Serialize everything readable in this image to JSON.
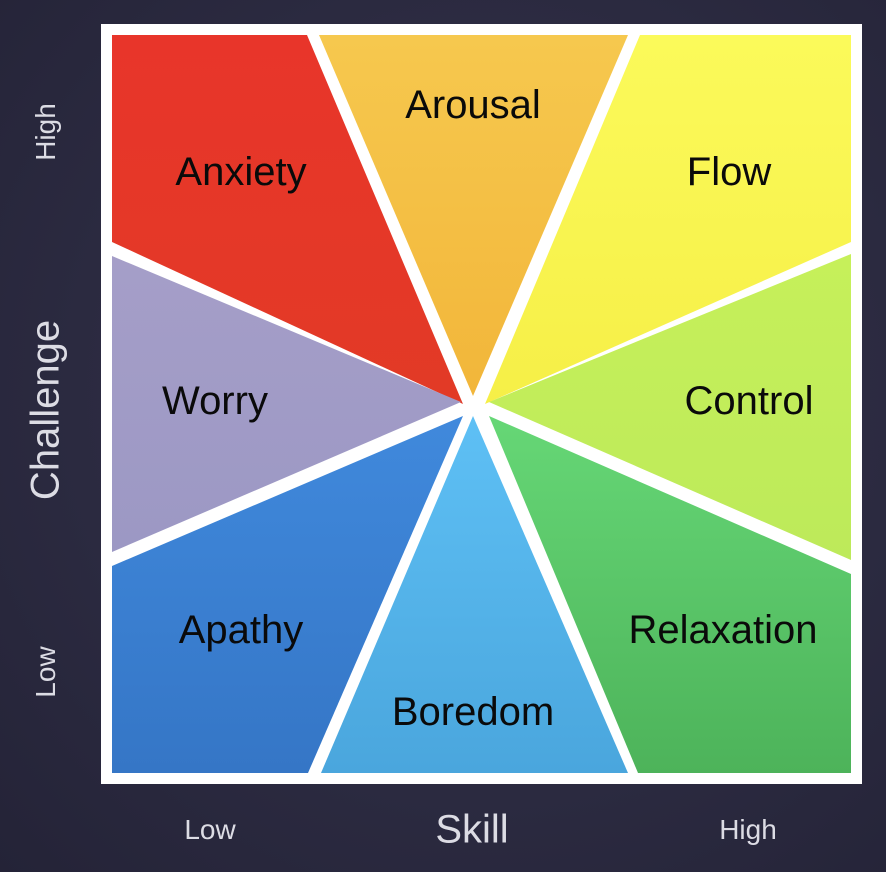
{
  "diagram": {
    "segments": [
      {
        "id": "anxiety",
        "label": "Anxiety",
        "color": "#e8352a"
      },
      {
        "id": "arousal",
        "label": "Arousal",
        "color": "#f3c44a"
      },
      {
        "id": "flow",
        "label": "Flow",
        "color": "#f9f64f"
      },
      {
        "id": "worry",
        "label": "Worry",
        "color": "#a29cc6"
      },
      {
        "id": "control",
        "label": "Control",
        "color": "#c3ef5a"
      },
      {
        "id": "apathy",
        "label": "Apathy",
        "color": "#3d84d8"
      },
      {
        "id": "boredom",
        "label": "Boredom",
        "color": "#5ab8ef"
      },
      {
        "id": "relaxation",
        "label": "Relaxation",
        "color": "#5fcf72"
      }
    ]
  },
  "axes": {
    "y": {
      "title": "Challenge",
      "high": "High",
      "low": "Low"
    },
    "x": {
      "title": "Skill",
      "low": "Low",
      "high": "High"
    }
  }
}
